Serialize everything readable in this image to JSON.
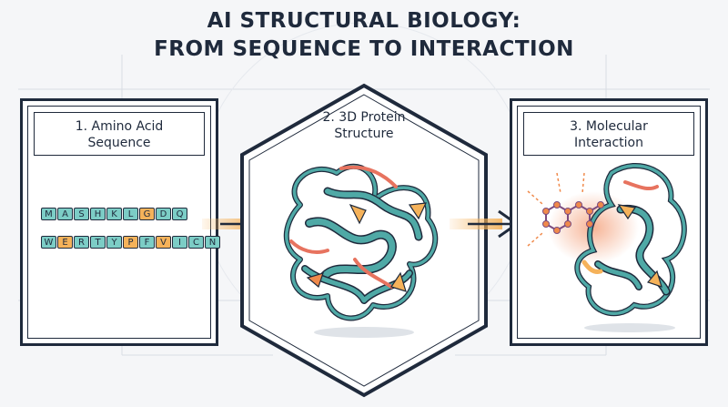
{
  "title": {
    "line1": "AI STRUCTURAL BIOLOGY:",
    "line2": "FROM SEQUENCE TO INTERACTION"
  },
  "panels": [
    {
      "label_line1": "1. Amino Acid",
      "label_line2": "Sequence"
    },
    {
      "label_line1": "2. 3D Protein",
      "label_line2": "Structure"
    },
    {
      "label_line1": "3. Molecular",
      "label_line2": "Interaction"
    }
  ],
  "sequence": {
    "row1": [
      "M",
      "A",
      "S",
      "H",
      "K",
      "L",
      "G",
      "D",
      "Q"
    ],
    "row1_colors": [
      "teal",
      "teal",
      "teal",
      "teal",
      "teal",
      "teal",
      "orange",
      "teal",
      "teal"
    ],
    "row2": [
      "W",
      "E",
      "R",
      "T",
      "Y",
      "P",
      "F",
      "V",
      "I",
      "C",
      "N"
    ],
    "row2_colors": [
      "teal",
      "orange",
      "teal",
      "teal",
      "teal",
      "orange",
      "teal",
      "orange",
      "teal",
      "teal",
      "teal"
    ]
  },
  "colors": {
    "navy": "#1f2a3c",
    "teal": "#4fa9a6",
    "teal_light": "#7ccdc6",
    "orange": "#f08a4b",
    "amber": "#f5b25a",
    "coral": "#e7735f",
    "ligand_purple": "#7b4b7f"
  },
  "icons": [
    "arrow-right-icon",
    "protein-ribbon-icon",
    "ligand-molecule-icon"
  ]
}
